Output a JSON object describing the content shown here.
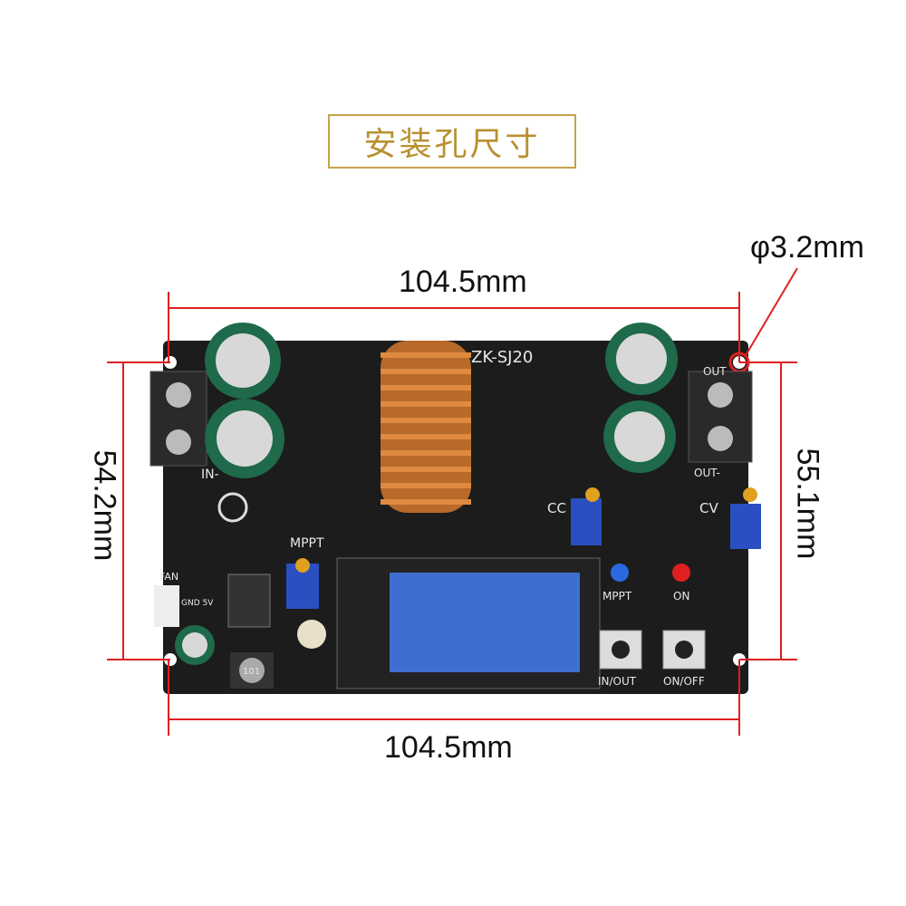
{
  "title": "安装孔尺寸",
  "dimensions": {
    "top_width": "104.5mm",
    "bottom_width": "104.5mm",
    "left_height": "54.2mm",
    "right_height": "55.1mm",
    "hole_diameter": "φ3.2mm"
  },
  "board": {
    "model": "ZK-SJ20",
    "labels": {
      "in_minus": "IN-",
      "out_label": "OUT-",
      "out_top": "OUT",
      "fan": "FAN",
      "gnd_5v": "GND 5V",
      "mppt_pot": "MPPT",
      "cc": "CC",
      "cv": "CV",
      "mppt_led": "MPPT",
      "on_led": "ON",
      "in_out_button": "IN/OUT",
      "on_off_button": "ON/OFF",
      "inductor": "101"
    }
  },
  "colors": {
    "accent_gold": "#c8a24a",
    "dimension_red": "#e02020",
    "pcb": "#1c1c1c",
    "lcd": "#3e6fd0"
  }
}
